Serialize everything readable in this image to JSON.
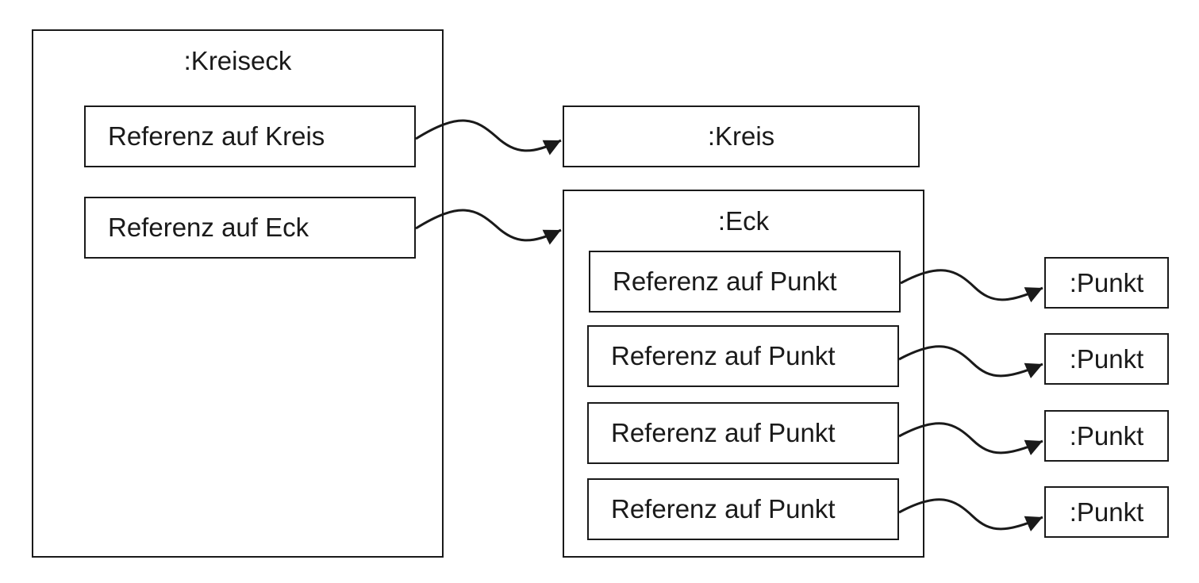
{
  "kreiseck": {
    "title": ":Kreiseck",
    "fields": [
      "Referenz auf Kreis",
      "Referenz auf Eck"
    ]
  },
  "kreis": {
    "title": ":Kreis"
  },
  "eck": {
    "title": ":Eck",
    "fields": [
      "Referenz auf Punkt",
      "Referenz auf Punkt",
      "Referenz auf Punkt",
      "Referenz auf Punkt"
    ]
  },
  "punkte": [
    ":Punkt",
    ":Punkt",
    ":Punkt",
    ":Punkt"
  ]
}
